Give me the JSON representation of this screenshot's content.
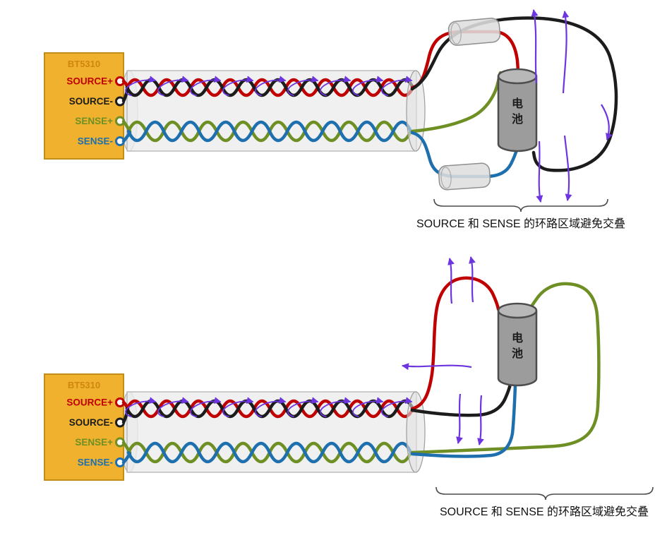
{
  "device": {
    "model": "BT5310",
    "terminals": [
      {
        "label": "SOURCE+",
        "color": "#c00000"
      },
      {
        "label": "SOURCE-",
        "color": "#1c1c1c"
      },
      {
        "label": "SENSE+",
        "color": "#6d8f23"
      },
      {
        "label": "SENSE-",
        "color": "#1e6fae"
      }
    ]
  },
  "battery": {
    "label": "电池",
    "line1": "电",
    "line2": "池"
  },
  "caption": "SOURCE 和 SENSE 的环路区域避免交叠",
  "colors": {
    "source_plus": "#c00000",
    "source_minus": "#1c1c1c",
    "sense_plus": "#6d8f23",
    "sense_minus": "#1e6fae",
    "field_lines": "#6d35e0",
    "device_fill": "#f0b22e",
    "device_border": "#c18f17",
    "cable_shield": "#ececec",
    "ferrite_bead": "#dedede",
    "battery_body": "#9c9c9c"
  }
}
